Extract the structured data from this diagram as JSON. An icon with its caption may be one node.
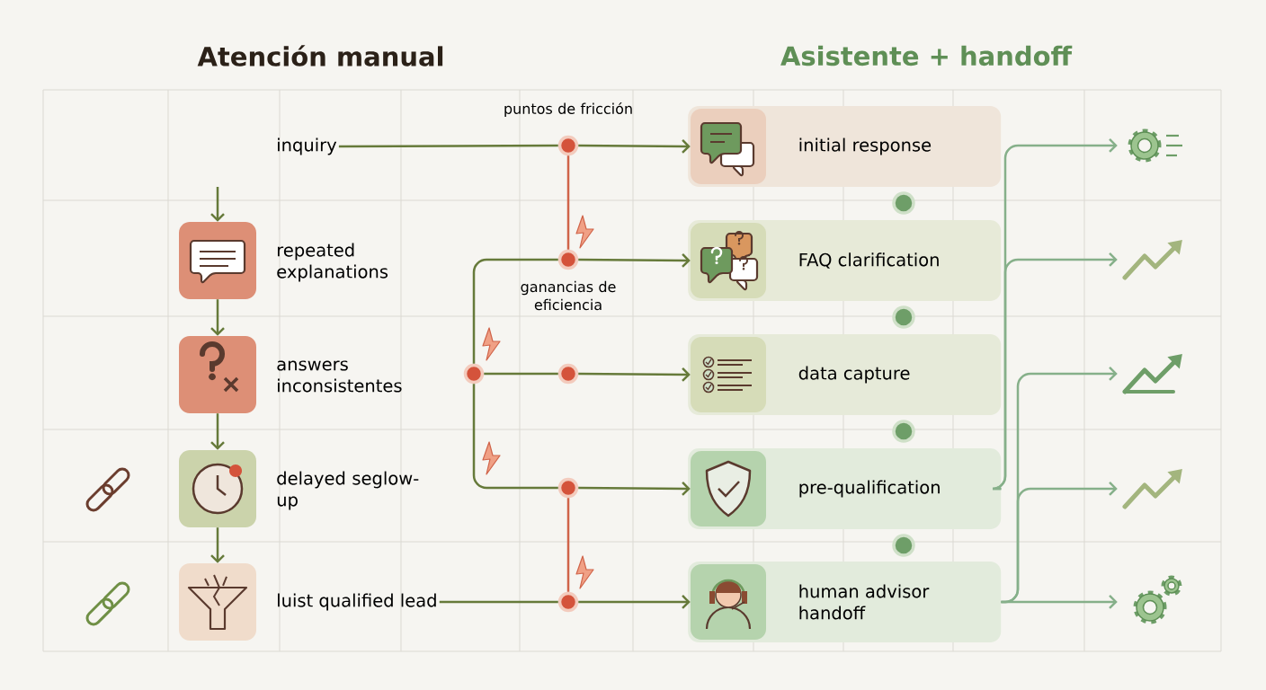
{
  "diagram": {
    "nodes": [
      {
        "text": [
          "inquiry"
        ]
      },
      {
        "text": [],
        "shape": "box"
      },
      {
        "text": [
          "repeated explanations"
        ]
      },
      {
        "text": [],
        "shape": "box"
      },
      {
        "text": [
          "answers inconsistentes"
        ]
      },
      {
        "text": [],
        "shape": "box"
      },
      {
        "text": [
          "delayed seglow-up"
        ]
      },
      {
        "text": [],
        "shape": "box"
      },
      {
        "text": [
          "luist qualified lead"
        ]
      },
      {
        "text": [],
        "shape": "circle",
        "beside": [
          "puntos de fricción"
        ]
      },
      {
        "text": [],
        "shape": "circle",
        "beside": [
          "ganancias de eficiencia"
        ]
      },
      {
        "text": [],
        "shape": "circle"
      },
      {
        "text": [],
        "shape": "circle"
      },
      {
        "text": [],
        "shape": "circle"
      },
      {
        "text": [],
        "shape": "circle"
      },
      {
        "text": [
          "initial response"
        ]
      },
      {
        "text": [],
        "shape": "box",
        "in": 15
      },
      {
        "text": [
          "FAQ clarification"
        ]
      },
      {
        "text": [],
        "shape": "box",
        "in": 17
      },
      {
        "text": [
          "data capture"
        ]
      },
      {
        "text": [],
        "shape": "box",
        "in": 19
      },
      {
        "text": [
          "pre-qualification"
        ]
      },
      {
        "text": [],
        "shape": "box",
        "in": 21
      },
      {
        "text": [
          "human advisor handoff"
        ]
      },
      {
        "text": [],
        "shape": "box",
        "in": 23
      },
      {
        "text": [],
        "shape": "circle"
      },
      {
        "text": [],
        "shape": "circle"
      },
      {
        "text": [],
        "shape": "circle"
      },
      {
        "text": [],
        "shape": "circle"
      },
      {
        "text": [],
        "shape": "gear"
      },
      {
        "text": [],
        "shape": "chart"
      },
      {
        "text": [],
        "shape": "chart"
      },
      {
        "text": [],
        "shape": "chart"
      },
      {
        "text": [],
        "shape": "gear"
      }
    ],
    "edges": [
      {
        "from": null,
        "to": 1,
        "arrow": "to"
      },
      {
        "from": 1,
        "to": 3,
        "arrow": "to"
      },
      {
        "from": 3,
        "to": 5,
        "arrow": "to"
      },
      {
        "from": 5,
        "to": 7,
        "arrow": "to"
      },
      {
        "from": 0,
        "to": 9,
        "arrow": "none"
      },
      {
        "from": 9,
        "to": 16,
        "arrow": "to"
      },
      {
        "from": 9,
        "to": 10,
        "arrow": "none",
        "color": "#d0644a"
      },
      {
        "from": 11,
        "to": 10,
        "arrow": "none"
      },
      {
        "from": 10,
        "to": 18,
        "arrow": "to"
      },
      {
        "from": 11,
        "to": 12,
        "arrow": "none"
      },
      {
        "from": 12,
        "to": 20,
        "arrow": "to"
      },
      {
        "from": 11,
        "to": 13,
        "arrow": "none"
      },
      {
        "from": 13,
        "to": 22,
        "arrow": "to"
      },
      {
        "from": 13,
        "to": 14,
        "arrow": "none",
        "color": "#d0644a"
      },
      {
        "from": 8,
        "to": 14,
        "arrow": "none"
      },
      {
        "from": 14,
        "to": 24,
        "arrow": "to"
      },
      {
        "from": 21,
        "to": 29,
        "arrow": "to",
        "color": "#86b08a"
      },
      {
        "from": 21,
        "to": 30,
        "arrow": "to",
        "color": "#86b08a"
      },
      {
        "from": 23,
        "to": 31,
        "arrow": "to",
        "color": "#86b08a"
      },
      {
        "from": 23,
        "to": 32,
        "arrow": "to",
        "color": "#86b08a"
      },
      {
        "from": 23,
        "to": 33,
        "arrow": "to",
        "color": "#86b08a"
      }
    ],
    "labels": [
      "Atención manual",
      "Asistente + handoff"
    ]
  }
}
